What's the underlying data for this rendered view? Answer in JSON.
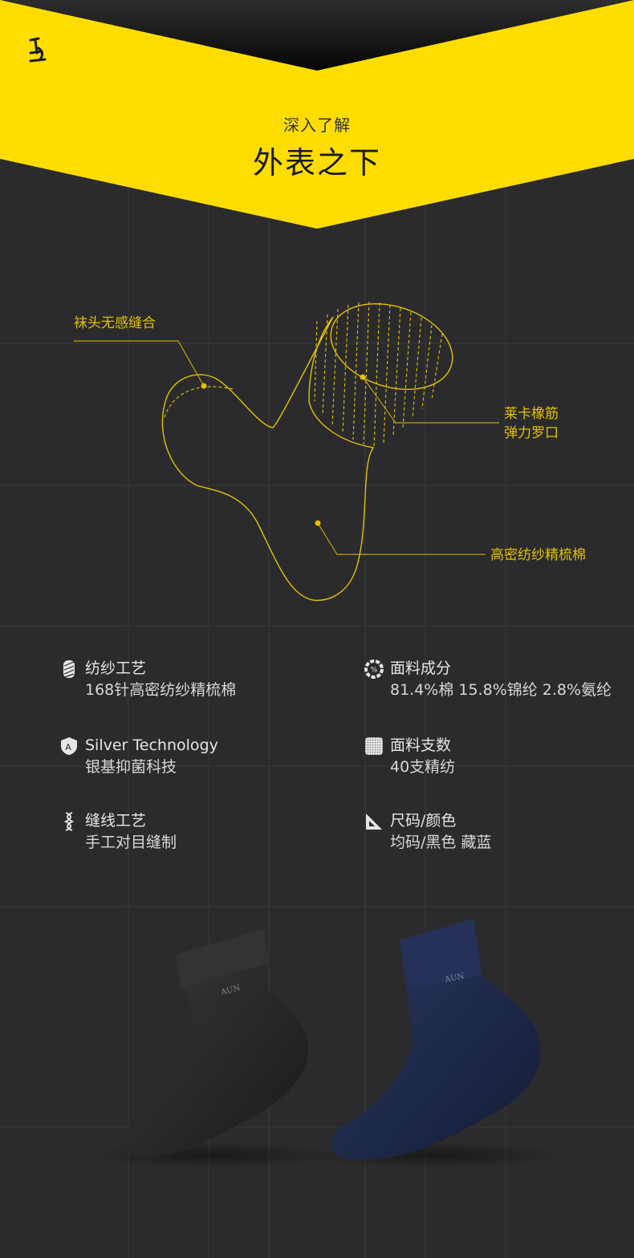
{
  "header": {
    "subtitle": "深入了解",
    "title": "外表之下",
    "logo_icon": "microscope-icon",
    "accent_color": "#ffdd00"
  },
  "callouts": {
    "toe": "袜头无感缝合",
    "cuff_line1": "莱卡橡筋",
    "cuff_line2": "弹力罗口",
    "body": "高密纺纱精梳棉"
  },
  "features": [
    {
      "icon": "yarn-icon",
      "title": "纺纱工艺",
      "desc": "168针高密纺纱精梳棉"
    },
    {
      "icon": "percent-pie-icon",
      "title": "面料成分",
      "desc": "81.4%棉   15.8%锦纶   2.8%氨纶"
    },
    {
      "icon": "silver-shield-icon",
      "title": "Silver Technology",
      "desc": "银基抑菌科技"
    },
    {
      "icon": "fabric-texture-icon",
      "title": "面料支数",
      "desc": "40支精纺"
    },
    {
      "icon": "stitch-icon",
      "title": "缝线工艺",
      "desc": "手工对目缝制"
    },
    {
      "icon": "ruler-triangle-icon",
      "title": "尺码/颜色",
      "desc": "均码/黑色  藏蓝"
    }
  ],
  "products": [
    {
      "name": "black-sock",
      "brand": "AUN",
      "color": "#2a2a2c"
    },
    {
      "name": "navy-sock",
      "brand": "AUN",
      "color": "#1c2848"
    }
  ]
}
